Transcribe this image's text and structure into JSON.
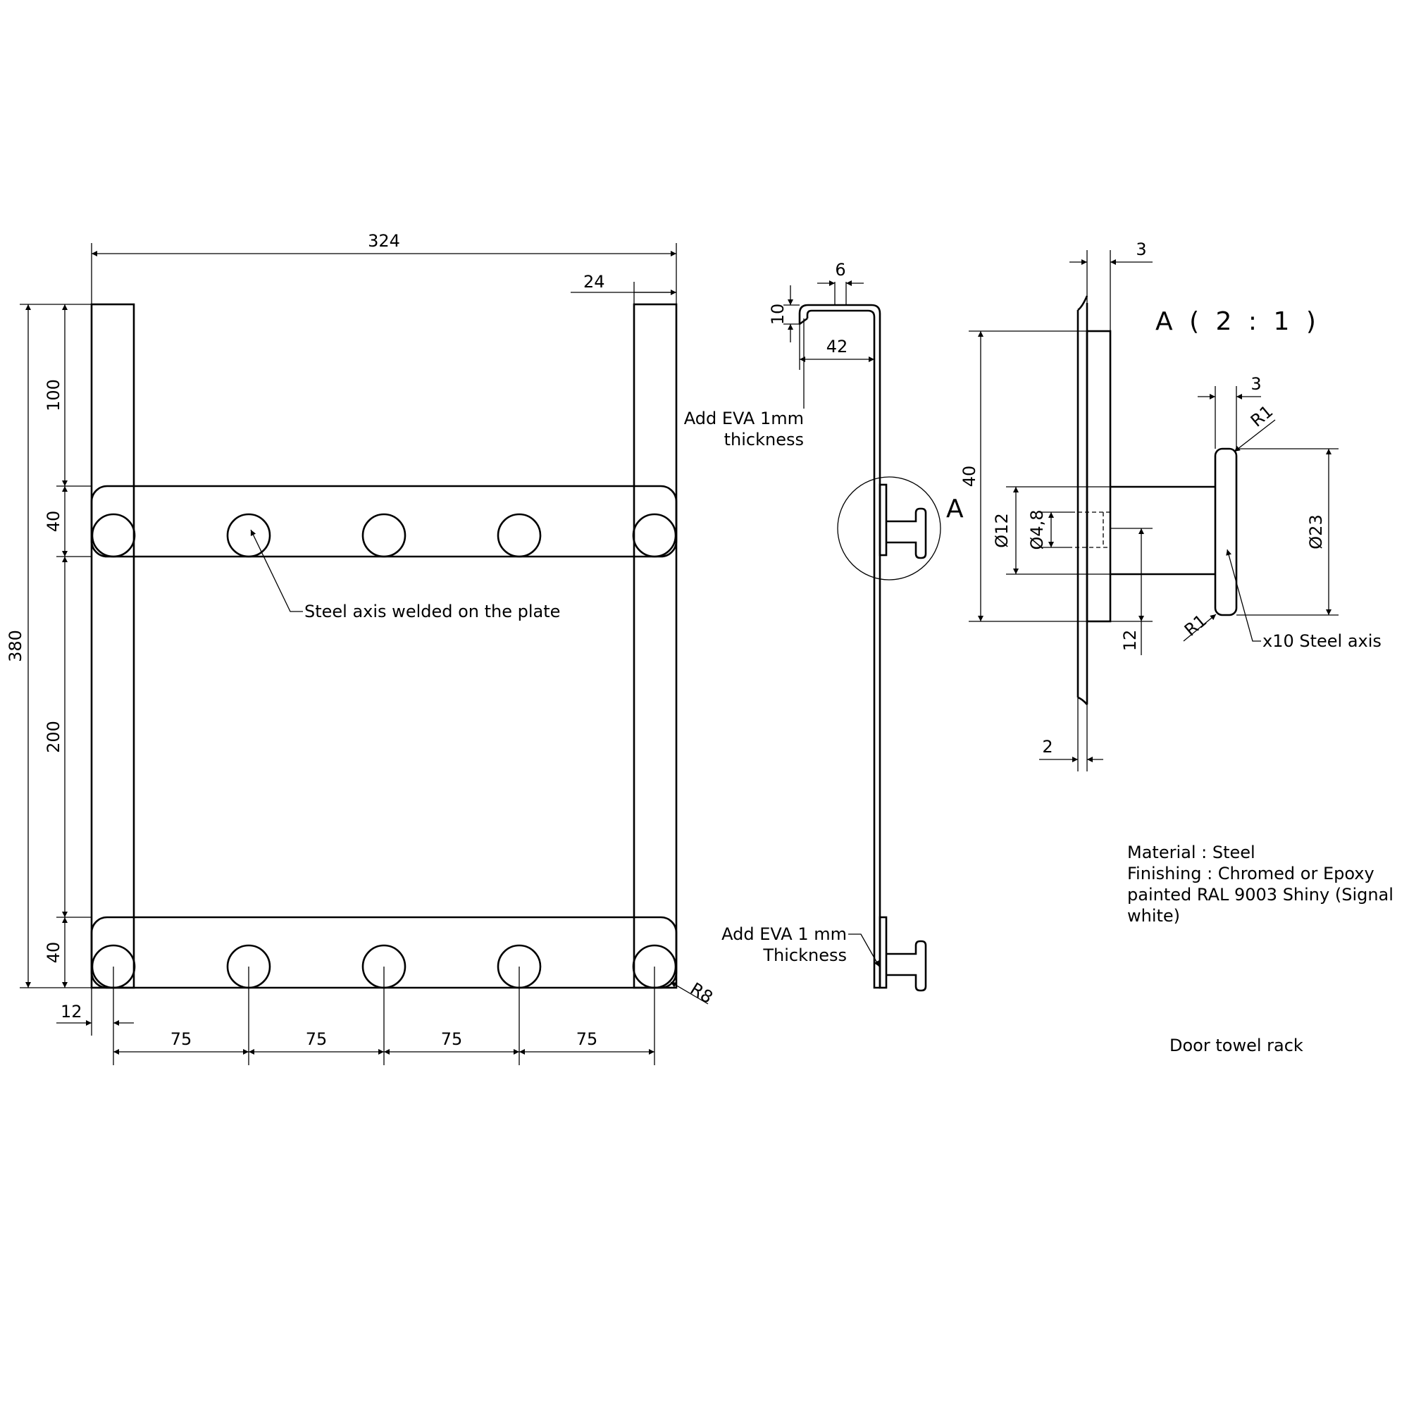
{
  "drawing_title": "Door towel rack",
  "material": "Material : Steel",
  "finishing_lines": [
    "Finishing : Chromed or Epoxy",
    "painted RAL 9003 Shiny (Signal",
    "white)"
  ],
  "front_view": {
    "dims": {
      "overall_width": "324",
      "upright_width": "24",
      "overall_height": "380",
      "top_gap": "100",
      "plate_height_top": "40",
      "middle_gap": "200",
      "plate_height_bottom": "40",
      "edge_offset": "12",
      "hook_spacing": [
        "75",
        "75",
        "75",
        "75"
      ],
      "corner_radius": "R8"
    },
    "callout": "Steel axis welded on the plate"
  },
  "side_view": {
    "dims": {
      "lip_width": "6",
      "lip_height": "10",
      "hook_depth": "42"
    },
    "note_top": [
      "Add EVA 1mm",
      "thickness"
    ],
    "note_bottom": [
      "Add EVA 1 mm",
      "Thickness"
    ],
    "detail_label": "A"
  },
  "detail_view": {
    "title": "A ( 2 : 1 )",
    "dims": {
      "plate_thickness": "3",
      "head_thickness": "3",
      "eva_thickness": "2",
      "plate_height": "40",
      "shaft_diameter": "Ø12",
      "hole_diameter": "Ø4,8",
      "head_diameter": "Ø23",
      "shaft_offset": "12",
      "radius_top": "R1",
      "radius_bottom": "R1"
    },
    "callout": "x10 Steel axis"
  }
}
